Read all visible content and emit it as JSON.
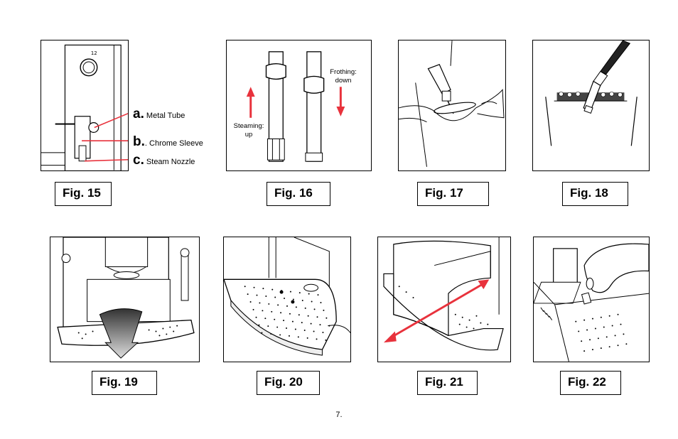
{
  "figures": {
    "f15": {
      "caption": "Fig. 15",
      "a_letter": "a.",
      "a_text": "Metal Tube",
      "b_letter": "b.",
      "b_text": ". Chrome Sleeve",
      "c_letter": "c.",
      "c_text": "Steam Nozzle"
    },
    "f16": {
      "caption": "Fig. 16",
      "steam_line1": "Steaming:",
      "steam_line2": "up",
      "froth_line1": "Frothing:",
      "froth_line2": "down"
    },
    "f17": {
      "caption": "Fig. 17"
    },
    "f18": {
      "caption": "Fig. 18"
    },
    "f19": {
      "caption": "Fig. 19"
    },
    "f20": {
      "caption": "Fig. 20"
    },
    "f21": {
      "caption": "Fig. 21"
    },
    "f22": {
      "caption": "Fig. 22"
    }
  },
  "page_number": "7.",
  "colors": {
    "arrow": "#e8323c",
    "line": "#000000"
  }
}
